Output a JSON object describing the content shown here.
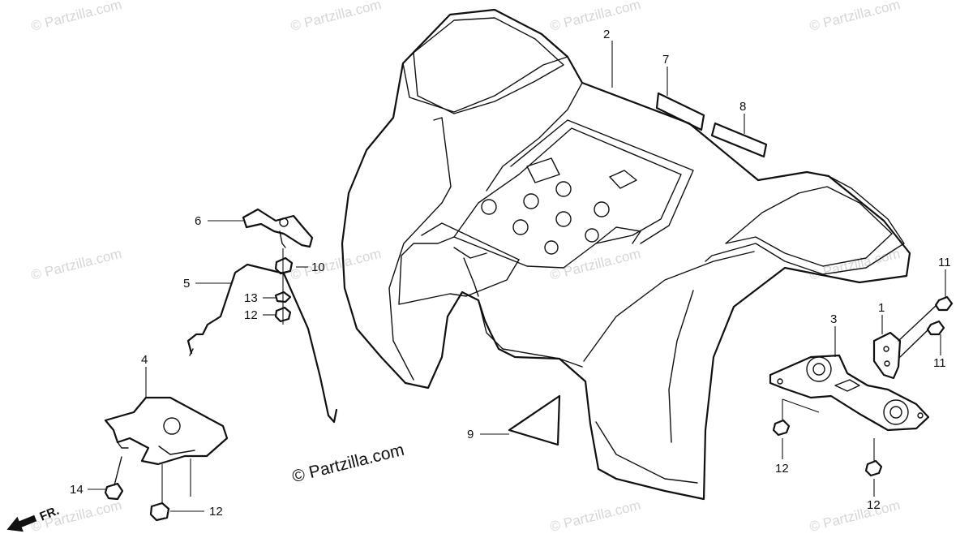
{
  "watermark": {
    "text": "© Partzilla.com"
  },
  "copyright": "© Partzilla.com",
  "front_indicator": "FR.",
  "callouts": {
    "c1": "1",
    "c2": "2",
    "c3": "3",
    "c4": "4",
    "c5": "5",
    "c6": "6",
    "c7": "7",
    "c8": "8",
    "c9": "9",
    "c10": "10",
    "c11a": "11",
    "c11b": "11",
    "c12a": "12",
    "c12b": "12",
    "c12c": "12",
    "c12d": "12",
    "c13": "13",
    "c14": "14"
  }
}
